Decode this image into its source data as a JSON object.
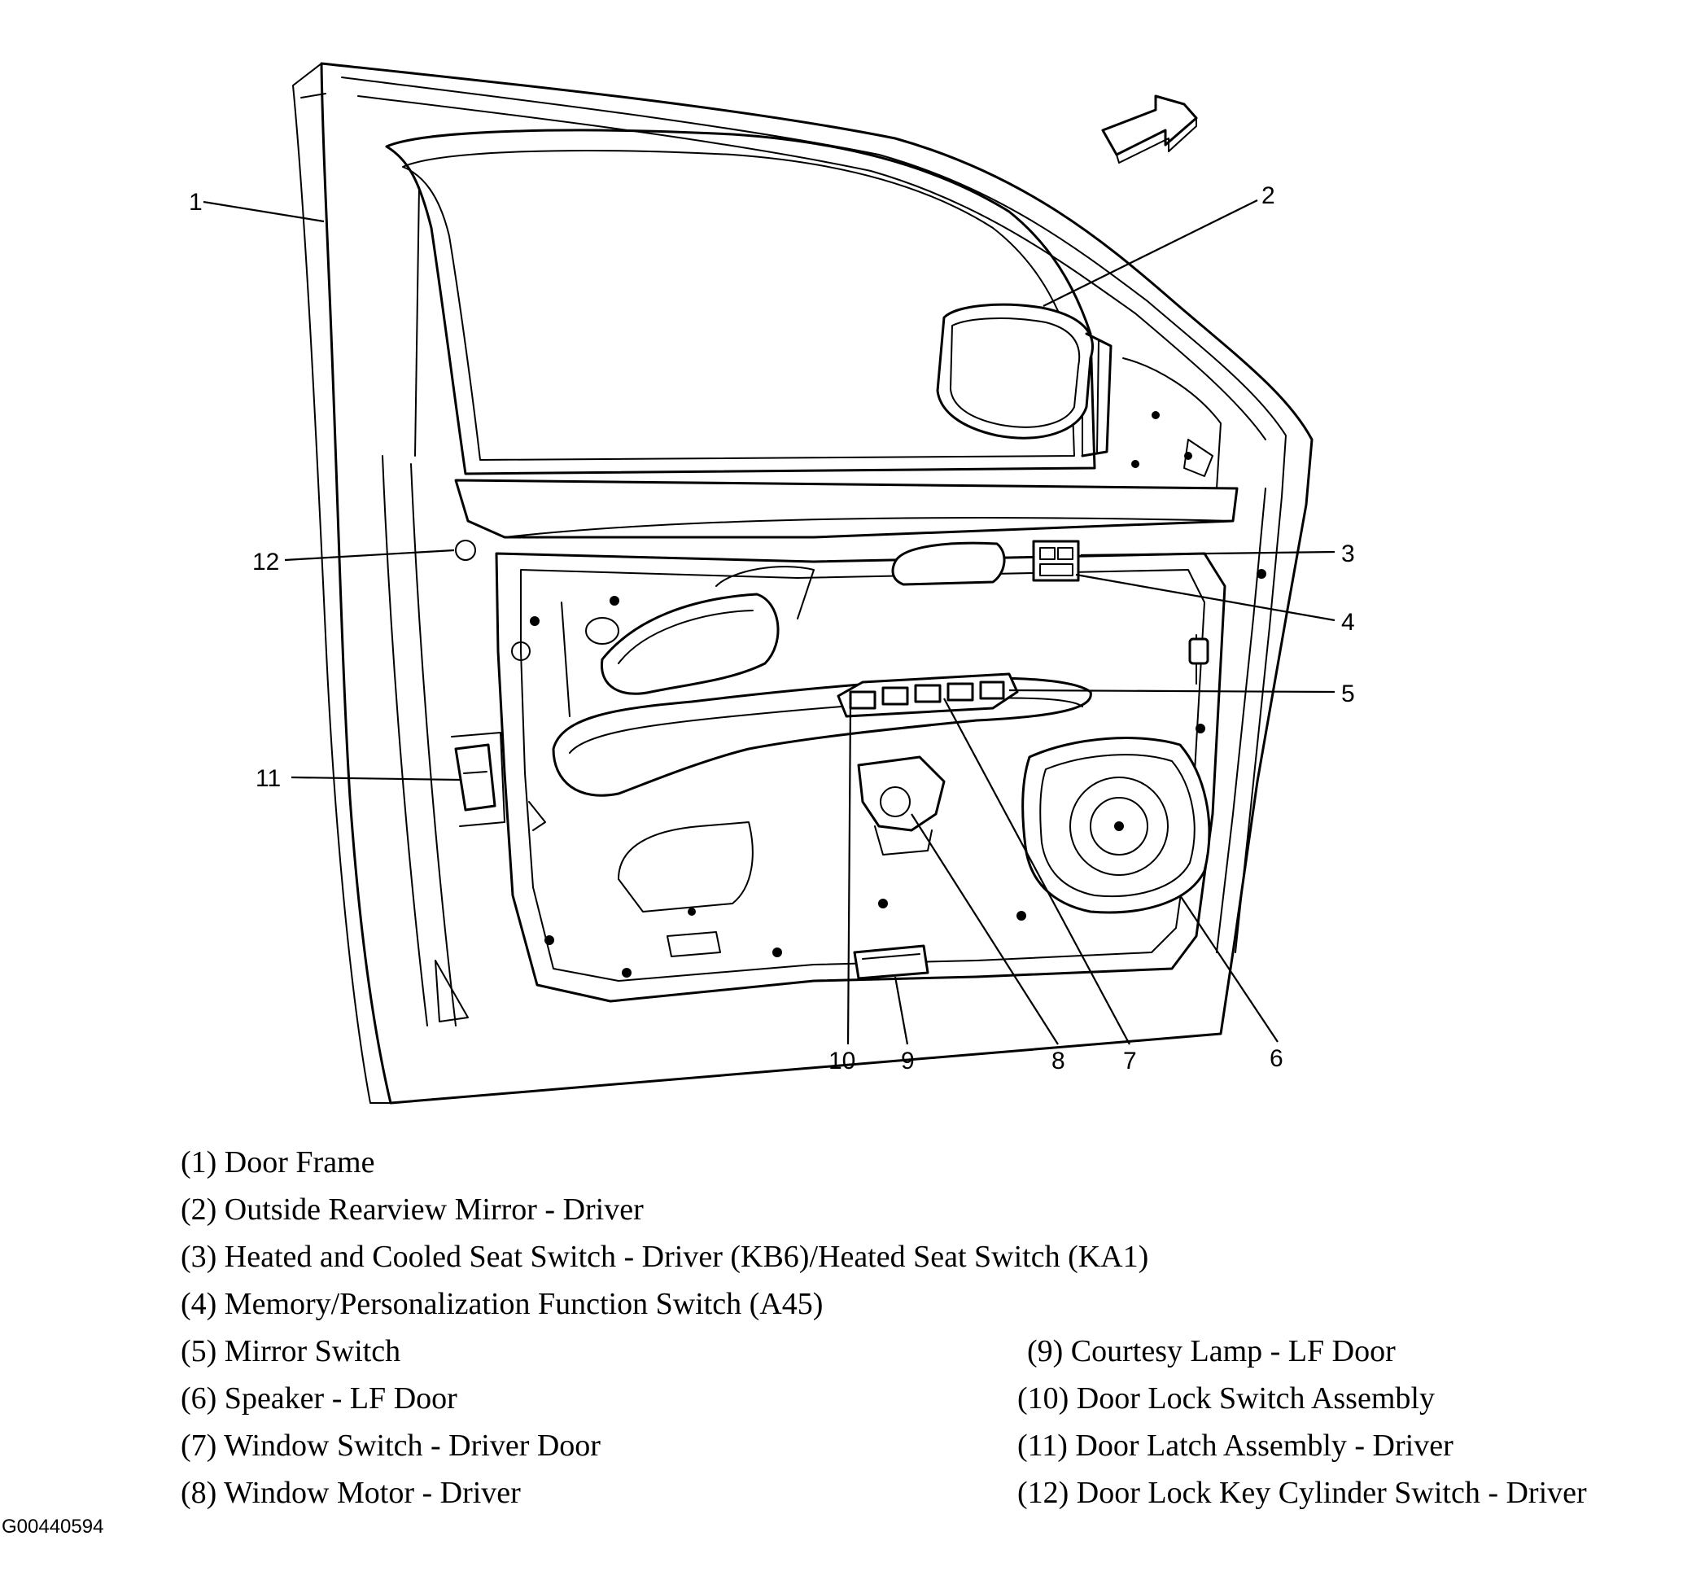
{
  "diagram": {
    "callouts": [
      "1",
      "2",
      "3",
      "4",
      "5",
      "6",
      "7",
      "8",
      "9",
      "10",
      "11",
      "12"
    ]
  },
  "legend": [
    "(1)  Door Frame",
    "(2)  Outside Rearview Mirror - Driver",
    "(3)  Heated and Cooled Seat Switch - Driver (KB6)/Heated Seat Switch (KA1)",
    "(4)  Memory/Personalization Function Switch (A45)",
    "(5)  Mirror Switch",
    "(6)  Speaker - LF Door",
    "(7)  Window Switch - Driver Door",
    "(8)  Window Motor - Driver",
    "(9)  Courtesy Lamp - LF Door",
    "(10) Door Lock Switch Assembly",
    "(11) Door Latch Assembly - Driver",
    "(12) Door Lock Key Cylinder Switch - Driver"
  ],
  "figure_id": "G00440594"
}
